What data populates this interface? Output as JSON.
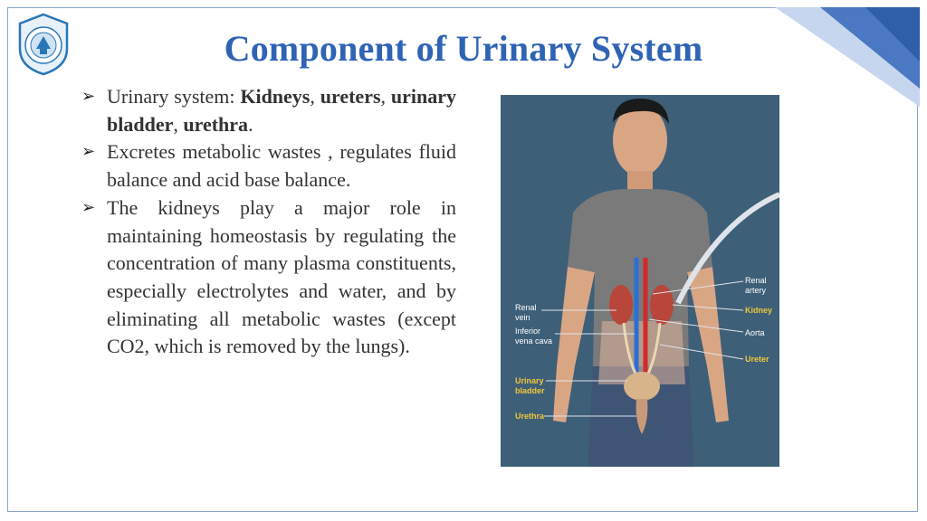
{
  "title": "Component of Urinary System",
  "bullets": [
    {
      "intro": "Urinary system: ",
      "t1": "Kidneys",
      "s1": ", ",
      "t2": "ureters",
      "s2": ", ",
      "t3": "urinary bladder",
      "s3": ", ",
      "t4": "urethra",
      "end": "."
    },
    {
      "text": "Excretes metabolic wastes , regulates fluid balance and acid base balance."
    },
    {
      "text": "The kidneys play a major role in maintaining homeostasis by regulating the concentration of many plasma constituents, especially electrolytes and water, and by eliminating all metabolic wastes (except CO2, which is removed by the lungs)."
    }
  ],
  "figure": {
    "labels": {
      "renal_vein": [
        "Renal",
        "vein"
      ],
      "inferior_vena_cava": [
        "Inferior",
        "vena cava"
      ],
      "urinary_bladder": [
        "Urinary",
        "bladder"
      ],
      "urethra": "Urethra",
      "renal_artery": [
        "Renal",
        "artery"
      ],
      "kidney": "Kidney",
      "aorta": "Aorta",
      "ureter": "Ureter"
    }
  },
  "colors": {
    "title": "#2f63b5",
    "frame": "#8aa4c8",
    "figure_bg": "#3e5f78",
    "highlight_label": "#f0c83a"
  }
}
